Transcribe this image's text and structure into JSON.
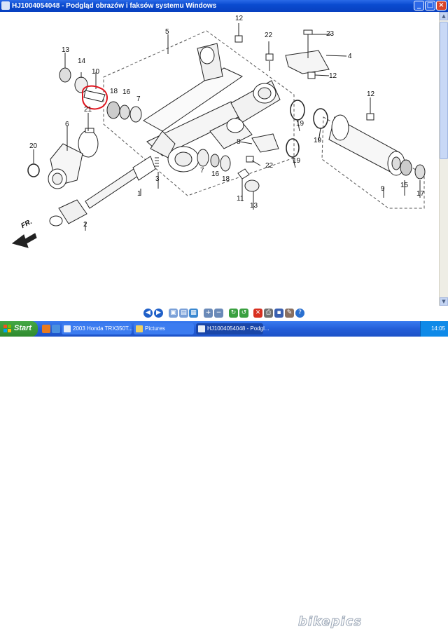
{
  "window": {
    "title": "HJ1004054048 - Podgląd obrazów i faksów systemu Windows"
  },
  "diagram": {
    "part_labels": [
      {
        "id": "1",
        "text": "1"
      },
      {
        "id": "2",
        "text": "2"
      },
      {
        "id": "3",
        "text": "3"
      },
      {
        "id": "4",
        "text": "4"
      },
      {
        "id": "5",
        "text": "5"
      },
      {
        "id": "6",
        "text": "6"
      },
      {
        "id": "7a",
        "text": "7"
      },
      {
        "id": "7b",
        "text": "7"
      },
      {
        "id": "8",
        "text": "8"
      },
      {
        "id": "9",
        "text": "9"
      },
      {
        "id": "10",
        "text": "10"
      },
      {
        "id": "11",
        "text": "11"
      },
      {
        "id": "12a",
        "text": "12"
      },
      {
        "id": "12b",
        "text": "12"
      },
      {
        "id": "12c",
        "text": "12"
      },
      {
        "id": "13a",
        "text": "13"
      },
      {
        "id": "13b",
        "text": "13"
      },
      {
        "id": "14",
        "text": "14"
      },
      {
        "id": "15",
        "text": "15"
      },
      {
        "id": "16a",
        "text": "16"
      },
      {
        "id": "16b",
        "text": "16"
      },
      {
        "id": "17",
        "text": "17"
      },
      {
        "id": "18a",
        "text": "18"
      },
      {
        "id": "18b",
        "text": "18"
      },
      {
        "id": "19a",
        "text": "19"
      },
      {
        "id": "19b",
        "text": "19"
      },
      {
        "id": "19c",
        "text": "19"
      },
      {
        "id": "20",
        "text": "20"
      },
      {
        "id": "21",
        "text": "21"
      },
      {
        "id": "22a",
        "text": "22"
      },
      {
        "id": "22b",
        "text": "22"
      },
      {
        "id": "23",
        "text": "23"
      }
    ],
    "direction_label": "FR.",
    "highlight_color": "#e0141e"
  },
  "toolbar": {
    "buttons": [
      "previous-icon",
      "next-icon",
      "best-fit-icon",
      "actual-size-icon",
      "slideshow-icon",
      "zoom-in-icon",
      "zoom-out-icon",
      "rotate-cw-icon",
      "rotate-ccw-icon",
      "delete-icon",
      "print-icon",
      "save-icon",
      "edit-icon",
      "help-icon"
    ],
    "watermark": "bikepics"
  },
  "taskbar": {
    "start_label": "Start",
    "tasks": [
      {
        "label": "2003 Honda TRX350T...",
        "active": false
      },
      {
        "label": "Pictures",
        "active": false
      },
      {
        "label": "HJ1004054048 - Podgl...",
        "active": true
      }
    ],
    "clock": "14:05"
  }
}
